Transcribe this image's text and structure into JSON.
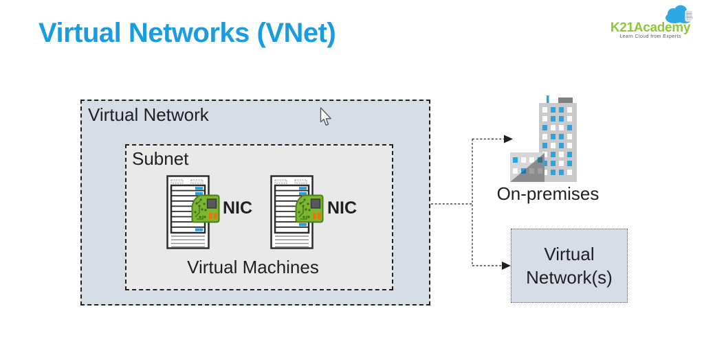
{
  "title": "Virtual Networks (VNet)",
  "logo": {
    "brand": "K21Academy",
    "tagline": "Learn Cloud from Experts"
  },
  "diagram": {
    "vnet_label": "Virtual Network",
    "subnet_label": "Subnet",
    "nic_label": "NIC",
    "vm_label": "Virtual Machines",
    "on_premises_label": "On-premises",
    "peer_vnet_label": "Virtual Network(s)"
  },
  "colors": {
    "title_blue": "#1B9CDE",
    "brand_green": "#8DC63F",
    "cloud_blue": "#2FA8E1",
    "vnet_fill": "#D7DDE6",
    "subnet_fill": "#E9E9EA",
    "peer_vnet_fill": "#D7DDE6",
    "nic_board_green": "#7CB82F",
    "server_accent_blue": "#2E9FD9",
    "window_blue": "#2AA3DF",
    "text_dark": "#1f1f1f"
  }
}
